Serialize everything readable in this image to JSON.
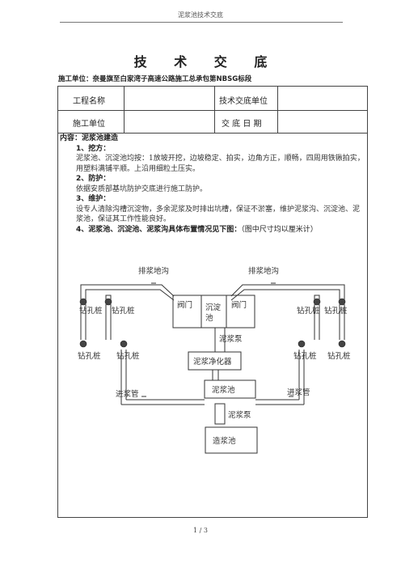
{
  "header": {
    "running_title": "泥浆池技术交底"
  },
  "title": "技 术 交 底",
  "construction_unit_line": "施工单位：奈曼旗至白家湾子高速公路施工总承包第NBSG标段",
  "table": {
    "project_name_label": "工程名称",
    "handover_unit_label": "技术交底单位",
    "construction_unit_label": "施工单位",
    "handover_date_label": "交 底 日 期"
  },
  "content": {
    "heading": "内容：泥浆池建造",
    "section1_title": "1、挖方：",
    "section1_text": "泥浆池、沉淀池均按：1放坡开挖，边坡稳定、拍实，边角方正，顺畅，四周用铁锹拍实，用塑料满铺平顺。上沿用细粒土压实。",
    "section2_title": "2、防护：",
    "section2_text": "依据安质部基坑防护交底进行施工防护。",
    "section3_title": "3、维护：",
    "section3_text": "设专人清除沟槽沉淀物，多余泥浆及时排出坑槽，保证不淤塞，维护泥浆沟、沉淀池、泥浆池，保证其工作性能良好。",
    "section4_title": "4、泥浆池、沉淀池、泥浆沟具体布置情况见下图：",
    "section4_note": "（图中尺寸均以厘米计）"
  },
  "diagram": {
    "drain_ditch_left": "排浆地沟",
    "drain_ditch_right": "排浆地沟",
    "valve_left": "阀门",
    "valve_right": "阀门",
    "settling_tank_line1": "沉淀",
    "settling_tank_line2": "池",
    "pile_top_left_1": "钻孔桩",
    "pile_top_left_2": "钻孔桩",
    "pile_top_right_1": "钻孔桩",
    "pile_top_right_2": "钻孔桩",
    "pile_bottom_left_1": "钻孔桩",
    "pile_bottom_left_2": "钻孔桩",
    "pile_bottom_right_1": "钻孔桩",
    "pile_bottom_right_2": "钻孔桩",
    "mud_pump_upper": "泥浆泵",
    "mud_purifier": "泥浆净化器",
    "mud_tank": "泥浆池",
    "inlet_pipe_left": "进浆管",
    "inlet_pipe_right": "进浆管",
    "mud_pump_lower": "泥浆泵",
    "slurry_making_tank": "造浆池"
  },
  "footer": {
    "page": "1 / 3"
  }
}
